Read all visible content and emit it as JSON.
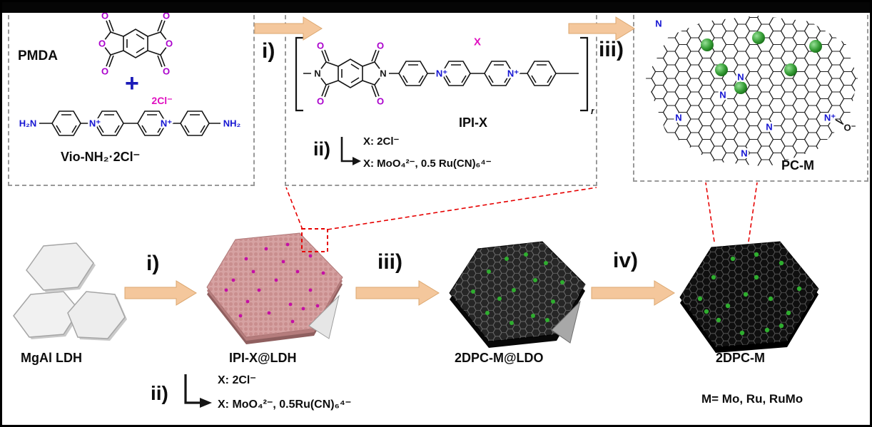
{
  "colors": {
    "arrow_fill": "#f4c79c",
    "magenta": "#e010c0",
    "oxygen_purple": "#aa00cc",
    "nitrogen_blue": "#1414d2",
    "green_metal": "#2fae2f",
    "callout_red": "#e60000",
    "platelet_pink": "#d6a2a2"
  },
  "steps": {
    "i": "i)",
    "ii": "ii)",
    "iii": "iii)",
    "iv": "iv)"
  },
  "atoms": {
    "O": "O",
    "N": "N",
    "N_plus": "N⁺",
    "O_minus": "O⁻",
    "H2N": "H₂N",
    "NH2": "NH₂"
  },
  "top_row": {
    "monomers": {
      "pmda_label": "PMDA",
      "plus_sign": "+",
      "counterion": "2Cl⁻",
      "viologen_label": "Vio-NH₂·2Cl⁻"
    },
    "polymer": {
      "x_substituent": "X",
      "name": "IPI-X",
      "repeat_subscript": "n",
      "x_option_1": "X: 2Cl⁻",
      "x_option_2": "X: MoO₄²⁻, 0.5 Ru(CN)₆⁴⁻"
    },
    "pcm": {
      "name": "PC-M"
    }
  },
  "bottom_row": {
    "mgal_ldh_label": "MgAl LDH",
    "ipix_ldh_label": "IPI-X@LDH",
    "x_option_1": "X: 2Cl⁻",
    "x_option_2": "X: MoO₄²⁻, 0.5Ru(CN)₆⁴⁻",
    "ldo_label": "2DPC-M@LDO",
    "dpcm_label": "2DPC-M",
    "metals_note": "M= Mo, Ru, RuMo"
  }
}
